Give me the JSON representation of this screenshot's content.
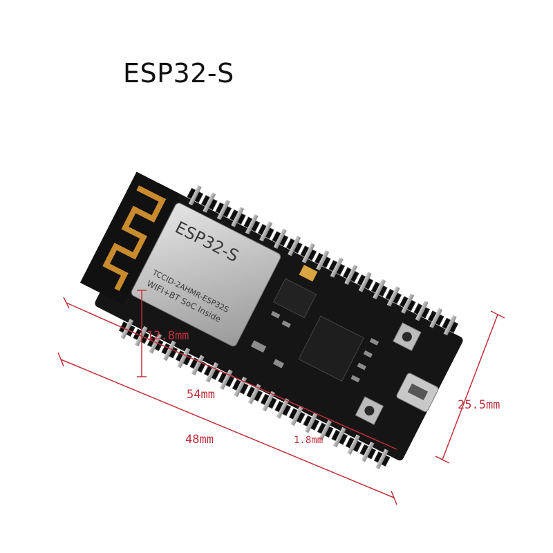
{
  "title": "ESP32-S",
  "module": {
    "name": "ESP32-S",
    "line1": "TCCID-2AHMR-ESP32S",
    "line2": "WIFI+BT SoC Inside"
  },
  "dimensions": {
    "height_small": "12.8mm",
    "length_total": "54mm",
    "length_pins": "48mm",
    "pitch": "1.8mm",
    "width": "25.5mm"
  },
  "colors": {
    "dimension": "#c0303a",
    "pcb": "#151515",
    "antenna": "#c98b2e",
    "shield": "#bdbdbd"
  }
}
